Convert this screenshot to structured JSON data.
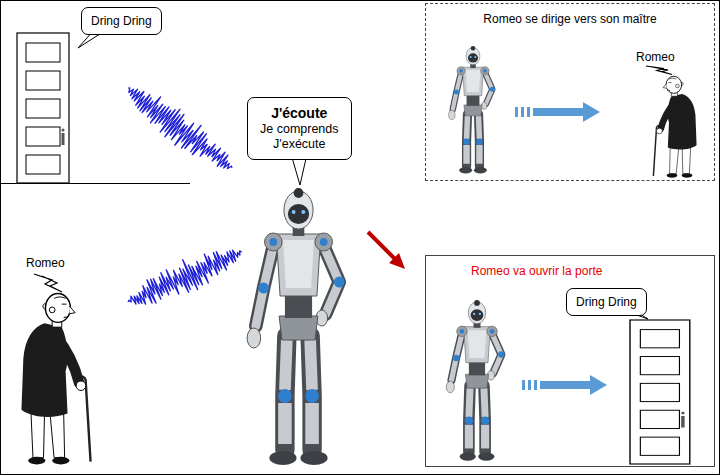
{
  "diagram": {
    "nodes": [
      {
        "text": [
          "Dring Dring"
        ]
      },
      {
        "text": [
          "J'écoute",
          "Je comprends",
          "J'exécute"
        ]
      },
      {
        "text": [
          "Romeo se dirige vers son maître"
        ]
      },
      {
        "text": [
          "Romeo va ouvrir la porte"
        ]
      },
      {
        "text": [
          "Dring Dring"
        ],
        "in": 3
      }
    ],
    "labels": [
      "Romeo",
      "Romeo"
    ]
  }
}
